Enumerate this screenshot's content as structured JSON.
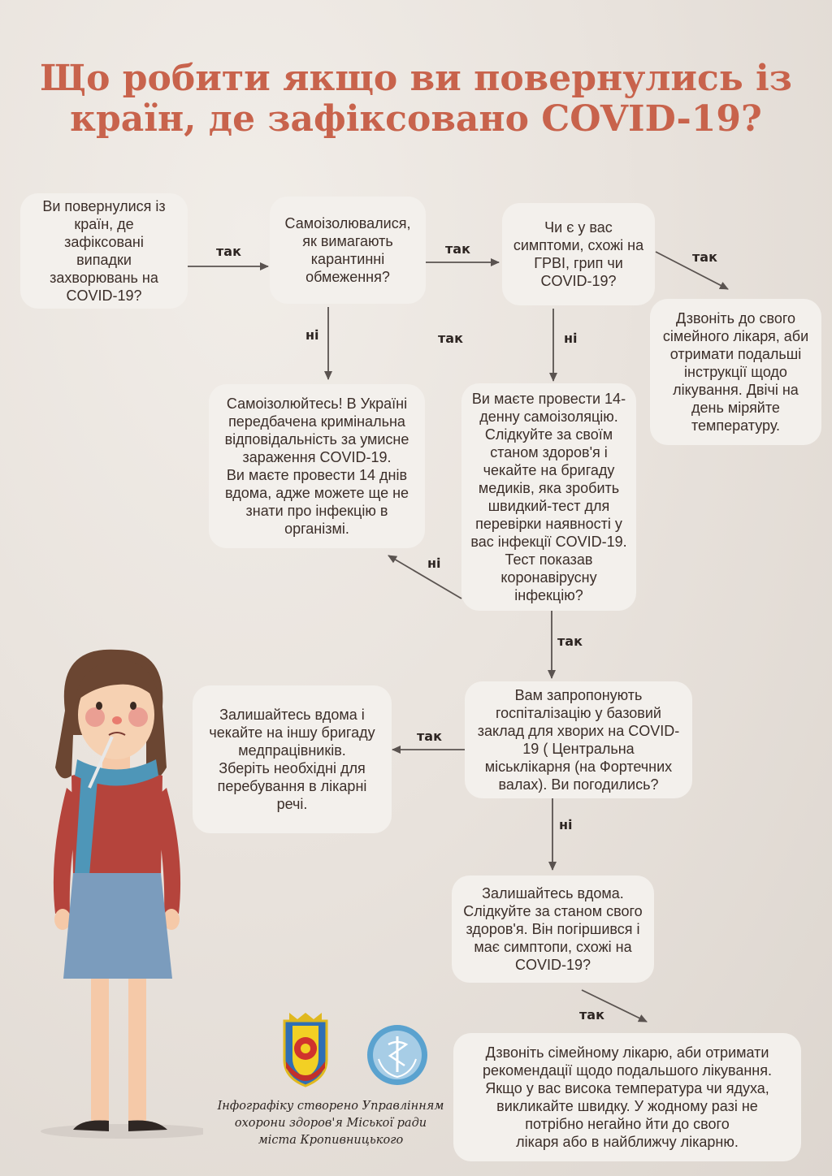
{
  "title": {
    "line1": "Що робити якщо ви повернулись із",
    "line2": "країн, де зафіксовано COVID-19?"
  },
  "nodes": {
    "returned": "Ви повернулися із\nкраїн, де\nзафіксовані\nвипадки\nзахворювань на\nCOVID-19?",
    "self_isolated": "Самоізолювалися,\nяк вимагають\nкарантинні\nобмеження?",
    "symptoms": "Чи є у вас\nсимптоми, схожі на\nГРВІ, грип чи\nCOVID-19?",
    "call_doctor": "Дзвоніть до свого\nсімейного лікаря, аби\nотримати подальші\nінструкції щодо\nлікування. Двічі на\nдень міряйте\nтемпературу.",
    "isolate_now": "Самоізолюйтесь! В Україні\nпередбачена кримінальна\nвідповідальність за умисне\nзараження COVID-19.\nВи маєте провести 14 днів\nвдома, адже можете ще не\nзнати про інфекцію в\nорганізмі.",
    "quarantine_test": "Ви маєте провести 14-\nденну самоізоляцію.\nСлідкуйте за своїм\nстаном здоров'я  і\nчекайте на бригаду\nмедиків, яка зробить\nшвидкий-тест для\nперевірки наявності у\nвас інфекції COVID-19.\nТест показав\nкоронавірусну\nінфекцію?",
    "stay_home_wait": "Залишайтесь вдома  і\nчекайте на іншу бригаду\nмедпрацівників.\nЗберіть необхідні для\nперебування в лікарні\nречі.",
    "hospital_offer": "Вам запропонують\nгоспіталізацію у базовий\nзаклад для хворих на COVID-\n19 ( Центральна\nміськлікарня (на Фортечних\nвалах). Ви погодились?",
    "stay_home_monitor": "Залишайтесь вдома.\nСлідкуйте за станом свого\nздоров'я. Він погіршився  і\nмає симптопи, схожі на\nCOVID-19?",
    "call_family_doctor": "Дзвоніть сімейному лікарю, аби отримати\nрекомендації щодо подальшого лікування.\nЯкщо у вас висока температура чи ядуха,\nвикликайте швидку. У жодному разі не\nпотрібно негайно йти до свого\nлікаря або в найближчу лікарню."
  },
  "labels": {
    "yes": "так",
    "no": "ні"
  },
  "credit": "Інфографіку створено Управлінням\nохорони здоров'я Міської ради\nміста  Кропивницького",
  "colors": {
    "title": "#c8634c",
    "box": "#f3f0ec",
    "arrow": "#5a5350"
  }
}
